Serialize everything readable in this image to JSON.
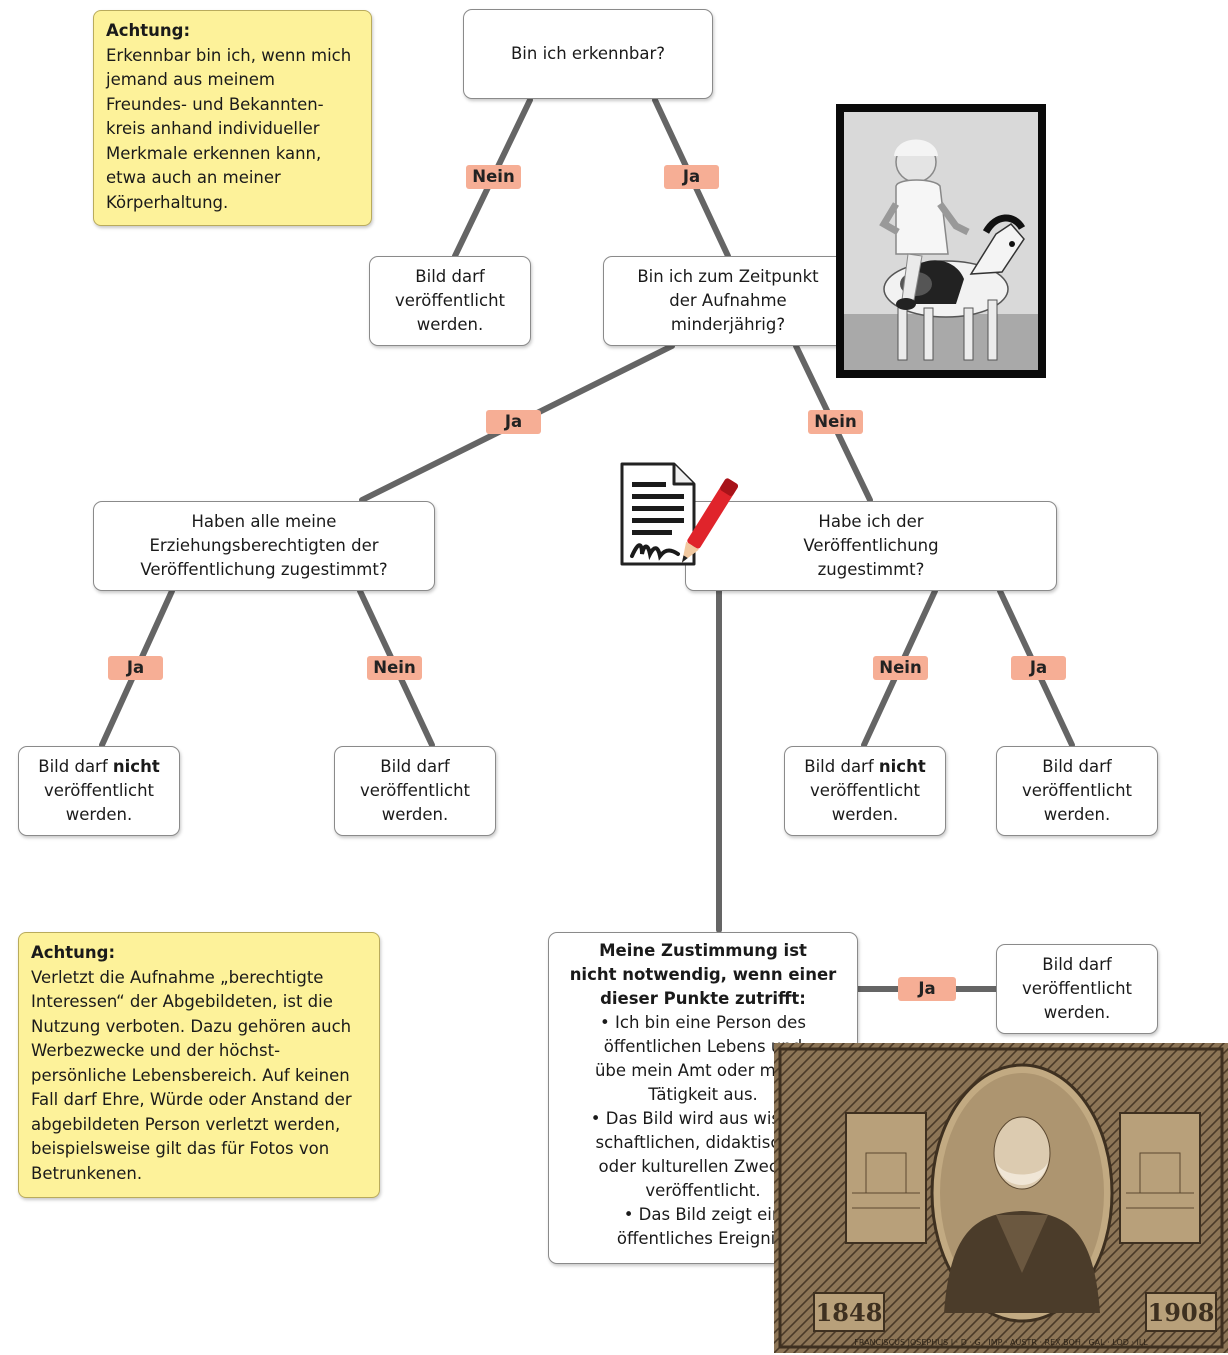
{
  "colors": {
    "note_bg": "#fdf29a",
    "tag_bg": "#f6ae95",
    "line": "#656565",
    "box_border": "#8a8a8a"
  },
  "notes": [
    {
      "title": "Achtung:",
      "body": "Erkennbar bin ich, wenn mich jemand aus meinem Freundes- und Bekannten-kreis anhand individueller Merkmale erkennen kann, etwa auch an meiner Körperhaltung."
    },
    {
      "title": "Achtung:",
      "body": "Verletzt die Aufnahme „berechtigte Interessen“ der Abgebildeten, ist die Nutzung verboten. Dazu gehören auch Werbezwecke und der höchst-persönliche Lebensbereich. Auf keinen Fall darf Ehre, Würde oder Anstand der abgebildeten Person verletzt werden, beispielsweise gilt das für Fotos von Betrunkenen."
    }
  ],
  "questions": {
    "q1": "Bin ich erkennbar?",
    "q2": "Bin ich zum Zeitpunkt\nder Aufnahme\nminderjährig?",
    "q3": "Haben alle meine\nErziehungsberechtigten der\nVeröffentlichung zugestimmt?",
    "q4": "Habe ich der\nVeröffentlichung\nzugestimmt?"
  },
  "outcomes": {
    "allowed": "Bild darf\nveröffentlicht\nwerden.",
    "not_prefix": "Bild darf ",
    "not_bold": "nicht",
    "not_suffix": "veröffentlicht\nwerden."
  },
  "consent_box": {
    "heading": "Meine Zustimmung ist\nnicht notwendig, wenn einer\ndieser Punkte zutrifft:",
    "items": [
      "• Ich bin eine Person des\nöffentlichen Lebens und\nübe mein Amt oder meine\nTätigkeit aus.",
      "• Das Bild wird aus wissen-\nschaftlichen, didaktischen\noder kulturellen Zwecken\nveröffentlicht.",
      "• Das Bild zeigt ein\nöffentliches Ereignis."
    ]
  },
  "labels": {
    "nein_1": "Nein",
    "ja_1": "Ja",
    "ja_2": "Ja",
    "nein_2": "Nein",
    "ja_3": "Ja",
    "nein_3": "Nein",
    "nein_4": "Nein",
    "ja_4": "Ja",
    "ja_5": "Ja"
  },
  "stamp": {
    "left": "1848",
    "right": "1908",
    "bottom": "FRANCISCUS JOSEPHUS I · D · G · IMP · AUSTR · REX BOH · GAL · LOD · ILL"
  }
}
